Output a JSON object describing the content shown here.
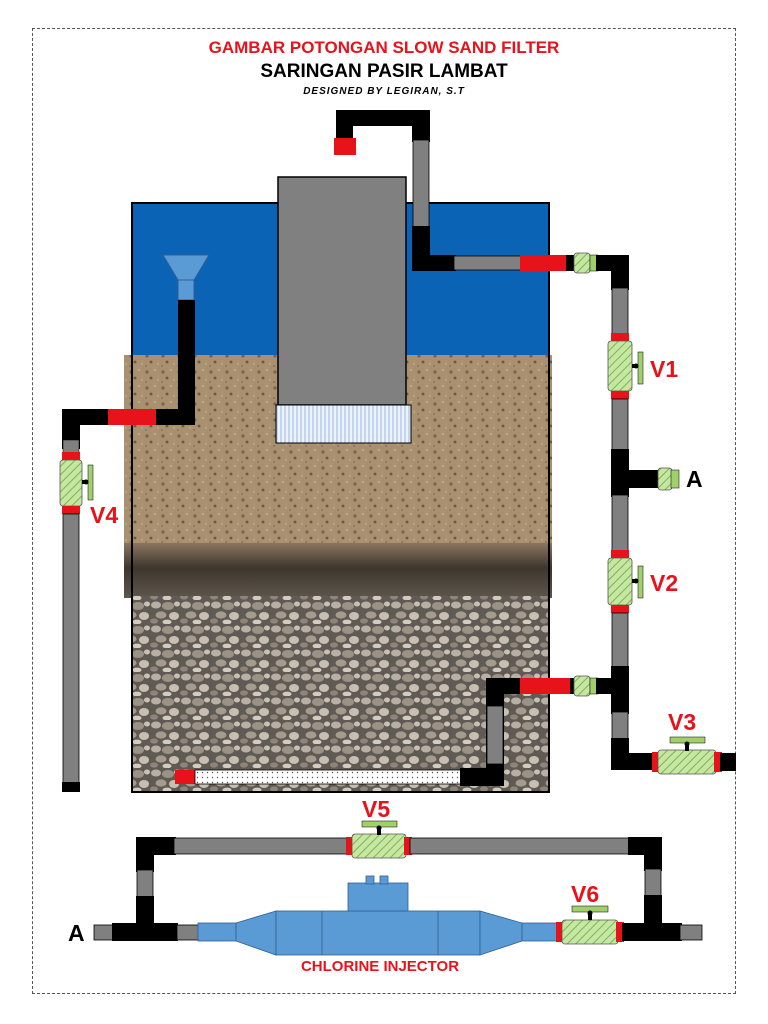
{
  "titles": {
    "main": "GAMBAR POTONGAN SLOW SAND FILTER",
    "sub": "SARINGAN PASIR LAMBAT",
    "credit": "DESIGNED BY LEGIRAN, S.T"
  },
  "valves": {
    "v1": "V1",
    "v2": "V2",
    "v3": "V3",
    "v4": "V4",
    "v5": "V5",
    "v6": "V6"
  },
  "connection_points": {
    "right": "A",
    "left": "A"
  },
  "injector_label": "CHLORINE INJECTOR",
  "colors": {
    "water": "#0b63b6",
    "sand": "#a89070",
    "gravel": "#8a8378",
    "pipe_black": "#000000",
    "pipe_gray": "#808080",
    "coupling_red": "#e8121b",
    "valve_green": "#9fd06a",
    "injector_blue": "#5b9bd5",
    "label_red": "#e8121b"
  }
}
